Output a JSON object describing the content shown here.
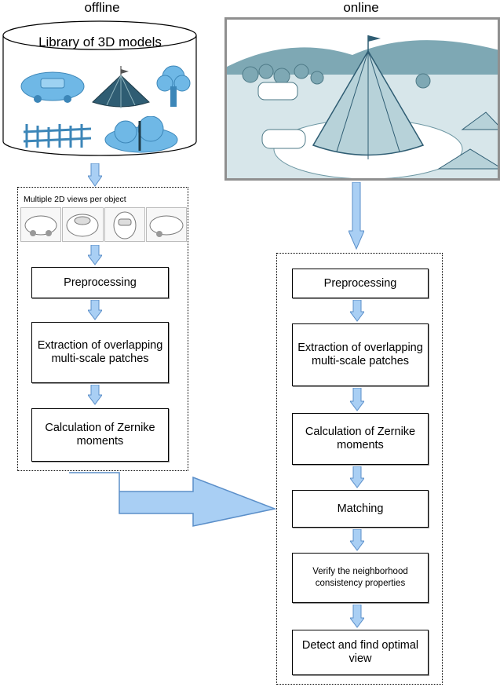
{
  "left": {
    "title": "offline",
    "library_label": "Library of 3D models",
    "views_label": "Multiple 2D views per object",
    "steps": [
      "Preprocessing",
      "Extraction of overlapping multi-scale patches",
      "Calculation of Zernike moments"
    ]
  },
  "right": {
    "title": "online",
    "steps": [
      "Preprocessing",
      "Extraction of overlapping multi-scale patches",
      "Calculation of Zernike moments",
      "Matching",
      "Verify the neighborhood consistency properties",
      "Detect and find optimal view"
    ]
  },
  "colors": {
    "arrow_fill": "#a9cff4",
    "arrow_stroke": "#5b8fc9",
    "model_blue": "#6fb8e6",
    "scene_teal": "#8fb4bd"
  },
  "icons": [
    "database-cylinder",
    "caravan",
    "circus-tent",
    "tree",
    "fence",
    "bush",
    "scene-image"
  ]
}
